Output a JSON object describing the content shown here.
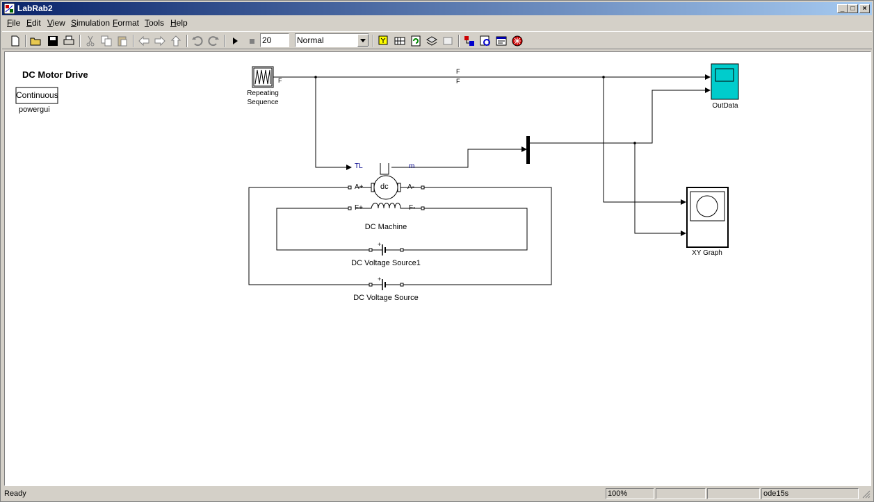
{
  "window": {
    "title": "LabRab2"
  },
  "menu": [
    "File",
    "Edit",
    "View",
    "Simulation",
    "Format",
    "Tools",
    "Help"
  ],
  "toolbar": {
    "stop_time": "20",
    "sim_mode": "Normal"
  },
  "diagram": {
    "title": "DC Motor Drive",
    "powergui_box": "Continuous",
    "powergui_name": "powergui",
    "repeating_sequence": "Repeating\nSequence",
    "repeating_out_port": "F",
    "signal_label_1": "F",
    "signal_label_2": "F",
    "outdata": "OutData",
    "xy_graph": "XY Graph",
    "dc_machine": "DC Machine",
    "dc_label": "dc",
    "port_tl": "TL",
    "port_m": "m",
    "port_aplus": "A+",
    "port_aminus": "A-",
    "port_fplus": "F+",
    "port_fminus": "F-",
    "dc_source1": "DC Voltage Source1",
    "dc_source": "DC Voltage Source",
    "plus": "+"
  },
  "status": {
    "ready": "Ready",
    "zoom": "100%",
    "solver": "ode15s"
  }
}
